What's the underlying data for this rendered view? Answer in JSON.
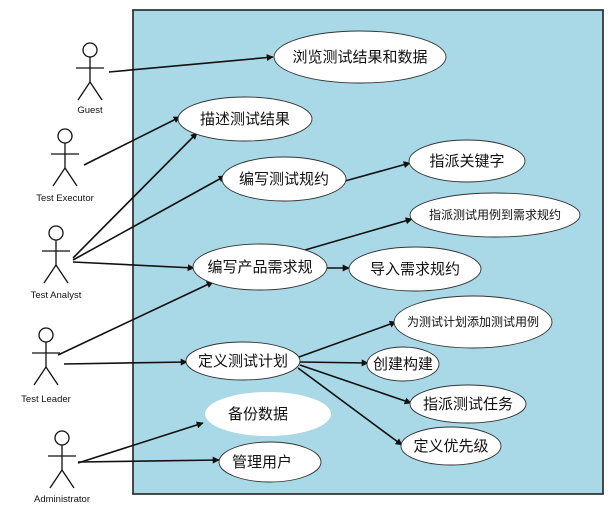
{
  "actors": [
    {
      "id": "guest",
      "label": "Guest"
    },
    {
      "id": "executor",
      "label": "Test Executor"
    },
    {
      "id": "analyst",
      "label": "Test Analyst"
    },
    {
      "id": "leader",
      "label": "Test Leader"
    },
    {
      "id": "admin",
      "label": "Administrator"
    }
  ],
  "use_cases": [
    {
      "id": "browse",
      "label": "浏览测试结果和数据"
    },
    {
      "id": "describe",
      "label": "描述测试结果"
    },
    {
      "id": "writespec",
      "label": "编写测试规约"
    },
    {
      "id": "assignkw",
      "label": "指派关键字"
    },
    {
      "id": "assigncase",
      "label": "指派测试用例到需求规约"
    },
    {
      "id": "writereq",
      "label": "编写产品需求规"
    },
    {
      "id": "importreq",
      "label": "导入需求规约"
    },
    {
      "id": "addcase",
      "label": "为测试计划添加测试用例"
    },
    {
      "id": "defplan",
      "label": "定义测试计划"
    },
    {
      "id": "build",
      "label": "创建构建"
    },
    {
      "id": "backup",
      "label": "备份数据"
    },
    {
      "id": "assigntask",
      "label": "指派测试任务"
    },
    {
      "id": "priority",
      "label": "定义优先级"
    },
    {
      "id": "users",
      "label": "管理用户"
    }
  ],
  "associations": [
    {
      "from": "guest",
      "to": "browse"
    },
    {
      "from": "executor",
      "to": "describe"
    },
    {
      "from": "analyst",
      "to": "describe"
    },
    {
      "from": "analyst",
      "to": "writespec"
    },
    {
      "from": "analyst",
      "to": "writereq"
    },
    {
      "from": "writespec",
      "to": "assignkw"
    },
    {
      "from": "writereq",
      "to": "assigncase"
    },
    {
      "from": "writereq",
      "to": "importreq"
    },
    {
      "from": "leader",
      "to": "writereq"
    },
    {
      "from": "leader",
      "to": "defplan"
    },
    {
      "from": "defplan",
      "to": "addcase"
    },
    {
      "from": "defplan",
      "to": "build"
    },
    {
      "from": "defplan",
      "to": "assigntask"
    },
    {
      "from": "defplan",
      "to": "priority"
    },
    {
      "from": "admin",
      "to": "backup"
    },
    {
      "from": "admin",
      "to": "users"
    }
  ]
}
